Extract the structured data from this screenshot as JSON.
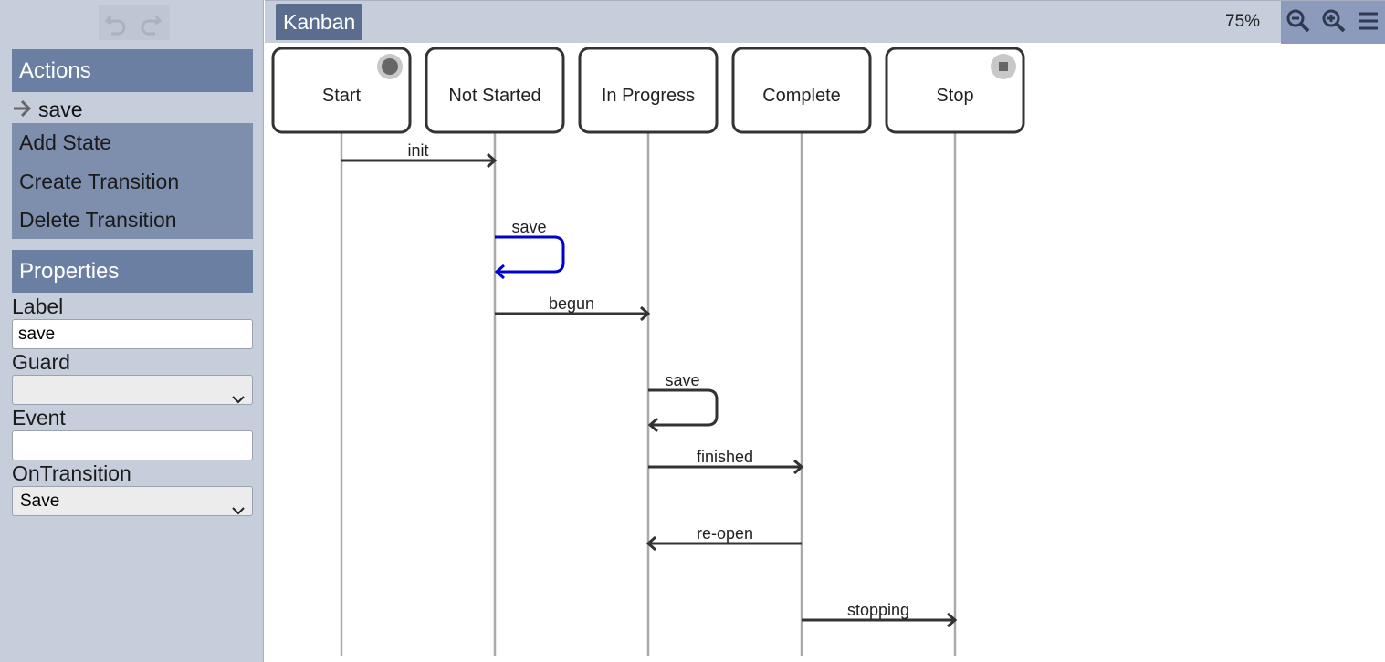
{
  "sidebar": {
    "actions_header": "Actions",
    "current_item": "save",
    "action_items": [
      "Add State",
      "Create Transition",
      "Delete Transition"
    ],
    "properties_header": "Properties",
    "fields": {
      "label_caption": "Label",
      "label_value": "save",
      "guard_caption": "Guard",
      "guard_value": "",
      "event_caption": "Event",
      "event_value": "",
      "ontransition_caption": "OnTransition",
      "ontransition_value": "Save"
    }
  },
  "topbar": {
    "tab": "Kanban",
    "zoom": "75%",
    "icons": [
      "zoom-out-icon",
      "zoom-in-icon",
      "menu-icon"
    ]
  },
  "diagram": {
    "states": [
      {
        "name": "Start",
        "marker": "initial"
      },
      {
        "name": "Not Started",
        "marker": null
      },
      {
        "name": "In Progress",
        "marker": null
      },
      {
        "name": "Complete",
        "marker": null
      },
      {
        "name": "Stop",
        "marker": "final"
      }
    ],
    "transitions": [
      {
        "label": "init",
        "from": 0,
        "to": 1,
        "selected": false
      },
      {
        "label": "save",
        "from": 1,
        "to": 1,
        "selected": true
      },
      {
        "label": "begun",
        "from": 1,
        "to": 2,
        "selected": false
      },
      {
        "label": "save",
        "from": 2,
        "to": 2,
        "selected": false
      },
      {
        "label": "finished",
        "from": 2,
        "to": 3,
        "selected": false
      },
      {
        "label": "re-open",
        "from": 3,
        "to": 2,
        "selected": false
      },
      {
        "label": "stopping",
        "from": 3,
        "to": 4,
        "selected": false
      }
    ],
    "colors": {
      "line": "#333333",
      "selected": "#0000cc",
      "lifeline": "#aaaaaa"
    }
  }
}
